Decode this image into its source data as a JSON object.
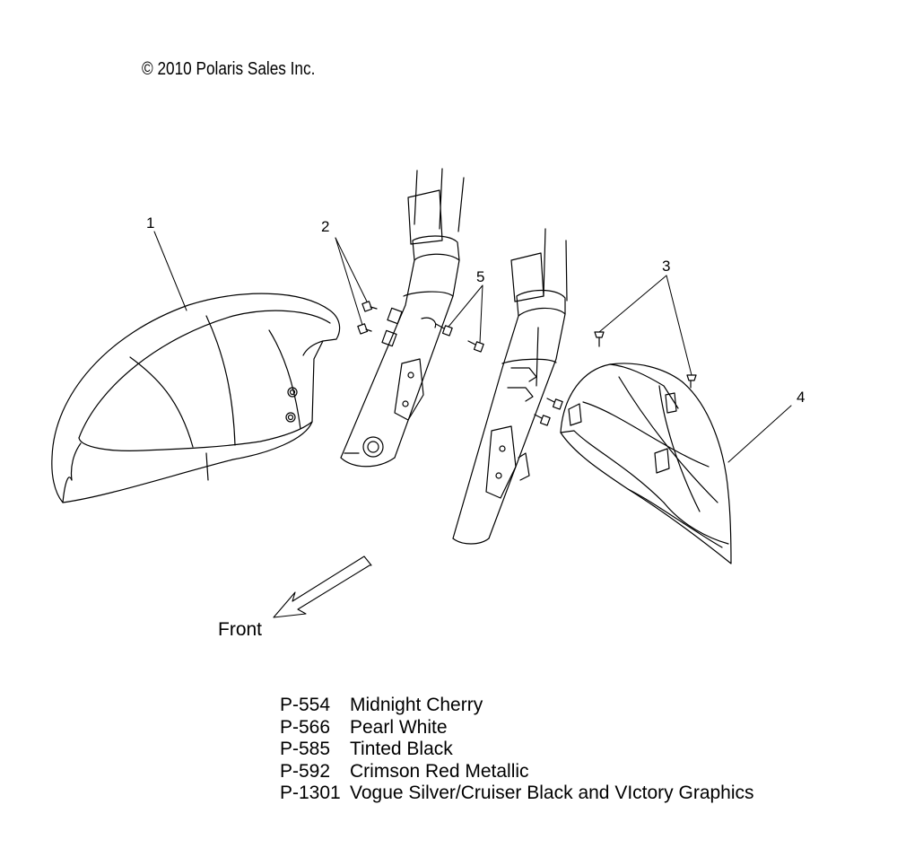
{
  "copyright": "© 2010 Polaris Sales Inc.",
  "callouts": [
    "1",
    "2",
    "3",
    "4",
    "5"
  ],
  "direction_label": "Front",
  "paint_codes": [
    {
      "code": "P-554",
      "name": "Midnight Cherry"
    },
    {
      "code": "P-566",
      "name": "Pearl White"
    },
    {
      "code": "P-585",
      "name": "Tinted Black"
    },
    {
      "code": "P-592",
      "name": "Crimson Red Metallic"
    },
    {
      "code": "P-1301",
      "name": "Vogue Silver/Cruiser Black and VIctory Graphics"
    }
  ]
}
